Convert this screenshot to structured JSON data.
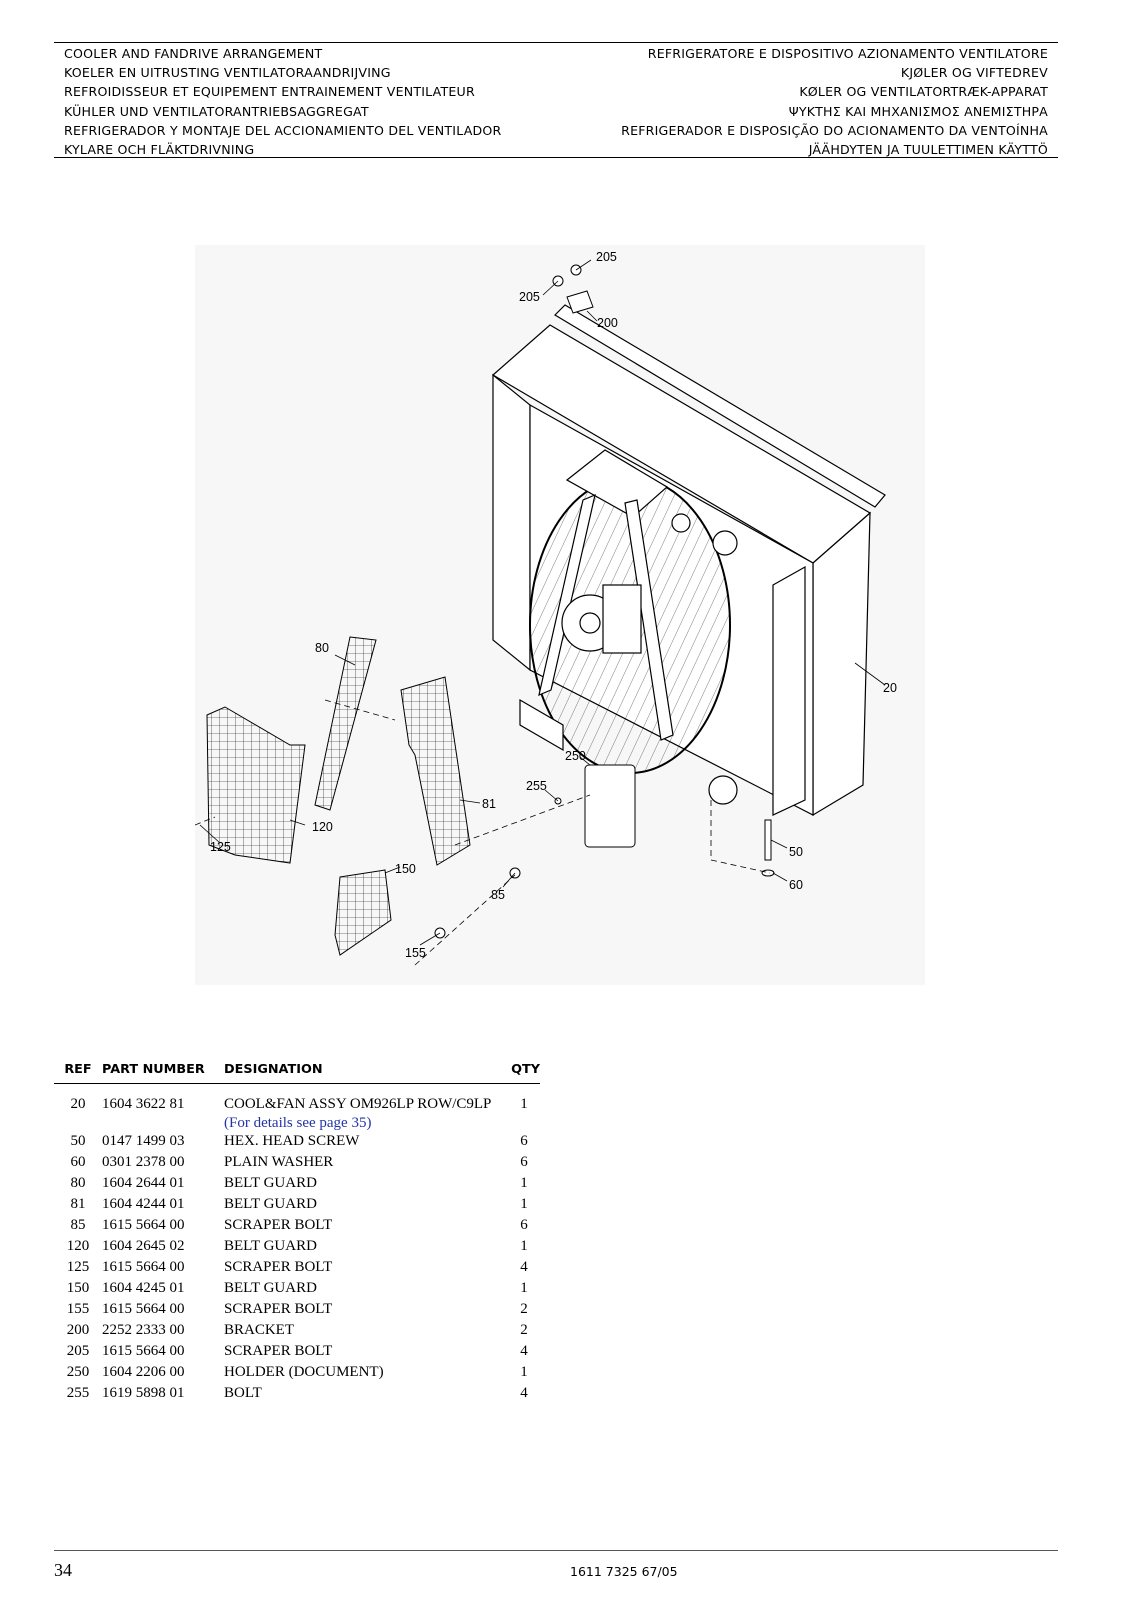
{
  "header": {
    "left_titles": [
      "COOLER AND FANDRIVE ARRANGEMENT",
      "KOELER EN UITRUSTING VENTILATORAANDRIJVING",
      "REFROIDISSEUR ET EQUIPEMENT ENTRAINEMENT VENTILATEUR",
      "KÜHLER UND VENTILATORANTRIEBSAGGREGAT",
      "REFRIGERADOR Y MONTAJE DEL ACCIONAMIENTO DEL VENTILADOR",
      "KYLARE OCH FLÄKTDRIVNING"
    ],
    "right_titles": [
      "REFRIGERATORE E DISPOSITIVO AZIONAMENTO VENTILATORE",
      "KJØLER OG VIFTEDREV",
      "KØLER OG VENTILATORTRÆK-APPARAT",
      "ΨΥΚΤΗΣ ΚΑΙ ΜΗΧΑΝΙΣΜΟΣ ΑΝΕΜΙΣΤΗΡΑ",
      "REFRIGERADOR E DISPOSIÇÃO DO ACIONAMENTO DA VENTOÍNHA",
      "JÄÄHDYTEN JA TUULETTIMEN KÄYTTÖ"
    ]
  },
  "figure": {
    "callouts": [
      "205",
      "205",
      "200",
      "20",
      "80",
      "81",
      "120",
      "125",
      "150",
      "155",
      "85",
      "250",
      "255",
      "50",
      "60"
    ]
  },
  "parts_table": {
    "headers": {
      "ref": "REF",
      "part_number": "PART NUMBER",
      "designation": "DESIGNATION",
      "qty": "QTY"
    },
    "rows": [
      {
        "ref": "20",
        "part_number": "1604 3622 81",
        "designation": "COOL&FAN ASSY OM926LP ROW/C9LP",
        "qty": "1",
        "note": "(For details see page 35)"
      },
      {
        "ref": "50",
        "part_number": "0147 1499 03",
        "designation": "HEX. HEAD SCREW",
        "qty": "6"
      },
      {
        "ref": "60",
        "part_number": "0301 2378 00",
        "designation": "PLAIN WASHER",
        "qty": "6"
      },
      {
        "ref": "80",
        "part_number": "1604 2644 01",
        "designation": "BELT GUARD",
        "qty": "1"
      },
      {
        "ref": "81",
        "part_number": "1604 4244 01",
        "designation": "BELT GUARD",
        "qty": "1"
      },
      {
        "ref": "85",
        "part_number": "1615 5664 00",
        "designation": "SCRAPER BOLT",
        "qty": "6"
      },
      {
        "ref": "120",
        "part_number": "1604 2645 02",
        "designation": "BELT GUARD",
        "qty": "1"
      },
      {
        "ref": "125",
        "part_number": "1615 5664 00",
        "designation": "SCRAPER BOLT",
        "qty": "4"
      },
      {
        "ref": "150",
        "part_number": "1604 4245 01",
        "designation": "BELT GUARD",
        "qty": "1"
      },
      {
        "ref": "155",
        "part_number": "1615 5664 00",
        "designation": "SCRAPER BOLT",
        "qty": "2"
      },
      {
        "ref": "200",
        "part_number": "2252 2333 00",
        "designation": "BRACKET",
        "qty": "2"
      },
      {
        "ref": "205",
        "part_number": "1615 5664 00",
        "designation": "SCRAPER BOLT",
        "qty": "4"
      },
      {
        "ref": "250",
        "part_number": "1604 2206 00",
        "designation": "HOLDER (DOCUMENT)",
        "qty": "1"
      },
      {
        "ref": "255",
        "part_number": "1619 5898 01",
        "designation": "BOLT",
        "qty": "4"
      }
    ]
  },
  "footer": {
    "page_number": "34",
    "doc_number": "1611 7325 67/05"
  }
}
